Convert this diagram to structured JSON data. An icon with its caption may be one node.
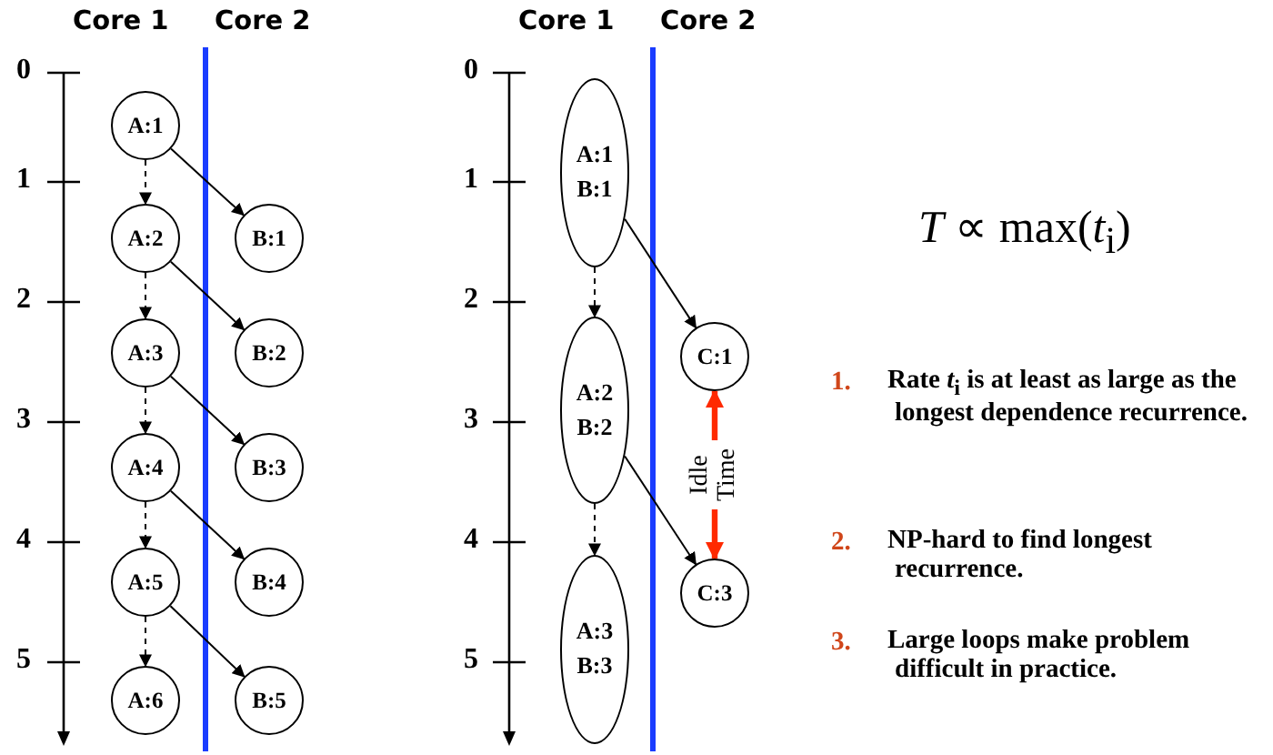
{
  "diagram": {
    "nodes": [
      {
        "text": [
          "A:1"
        ]
      },
      {
        "text": [
          "A:2"
        ]
      },
      {
        "text": [
          "A:3"
        ]
      },
      {
        "text": [
          "A:4"
        ]
      },
      {
        "text": [
          "A:5"
        ]
      },
      {
        "text": [
          "A:6"
        ]
      },
      {
        "text": [
          "B:1"
        ]
      },
      {
        "text": [
          "B:2"
        ]
      },
      {
        "text": [
          "B:3"
        ]
      },
      {
        "text": [
          "B:4"
        ]
      },
      {
        "text": [
          "B:5"
        ]
      },
      {
        "text": [
          "A:1",
          "B:1"
        ]
      },
      {
        "text": [
          "A:2",
          "B:2"
        ]
      },
      {
        "text": [
          "A:3",
          "B:3"
        ]
      },
      {
        "text": [
          "C:1"
        ]
      },
      {
        "text": [
          "C:3"
        ]
      }
    ],
    "edges": [
      {
        "from": 0,
        "to": 1,
        "arrow": "to",
        "style": "dashed"
      },
      {
        "from": 1,
        "to": 2,
        "arrow": "to",
        "style": "dashed"
      },
      {
        "from": 2,
        "to": 3,
        "arrow": "to",
        "style": "dashed"
      },
      {
        "from": 3,
        "to": 4,
        "arrow": "to",
        "style": "dashed"
      },
      {
        "from": 4,
        "to": 5,
        "arrow": "to",
        "style": "dashed"
      },
      {
        "from": 0,
        "to": 6,
        "arrow": "to"
      },
      {
        "from": 1,
        "to": 7,
        "arrow": "to"
      },
      {
        "from": 2,
        "to": 8,
        "arrow": "to"
      },
      {
        "from": 3,
        "to": 9,
        "arrow": "to"
      },
      {
        "from": 4,
        "to": 10,
        "arrow": "to"
      },
      {
        "from": 11,
        "to": 12,
        "arrow": "to",
        "style": "dashed"
      },
      {
        "from": 12,
        "to": 13,
        "arrow": "to",
        "style": "dashed"
      },
      {
        "from": 11,
        "to": 14,
        "arrow": "to"
      },
      {
        "from": 12,
        "to": 15,
        "arrow": "to"
      },
      {
        "from": 14,
        "to": 15,
        "arrow": "both",
        "label": "Idle Time",
        "style": "thick",
        "color": "#ff2a00"
      }
    ],
    "labels": [
      "Core 1",
      "Core 2",
      "0",
      "1",
      "2",
      "3",
      "4",
      "5",
      "Core 1",
      "Core 2",
      "0",
      "1",
      "2",
      "3",
      "4",
      "5",
      "*T* ∝ max(*t*$_{i}$)",
      "1.",
      "Rate *t*$_{i}$ is at least as large as the longest dependence recurrence.",
      "2.",
      "NP-hard to find longest recurrence.",
      "3.",
      "Large loops make problem difficult in practice."
    ]
  }
}
